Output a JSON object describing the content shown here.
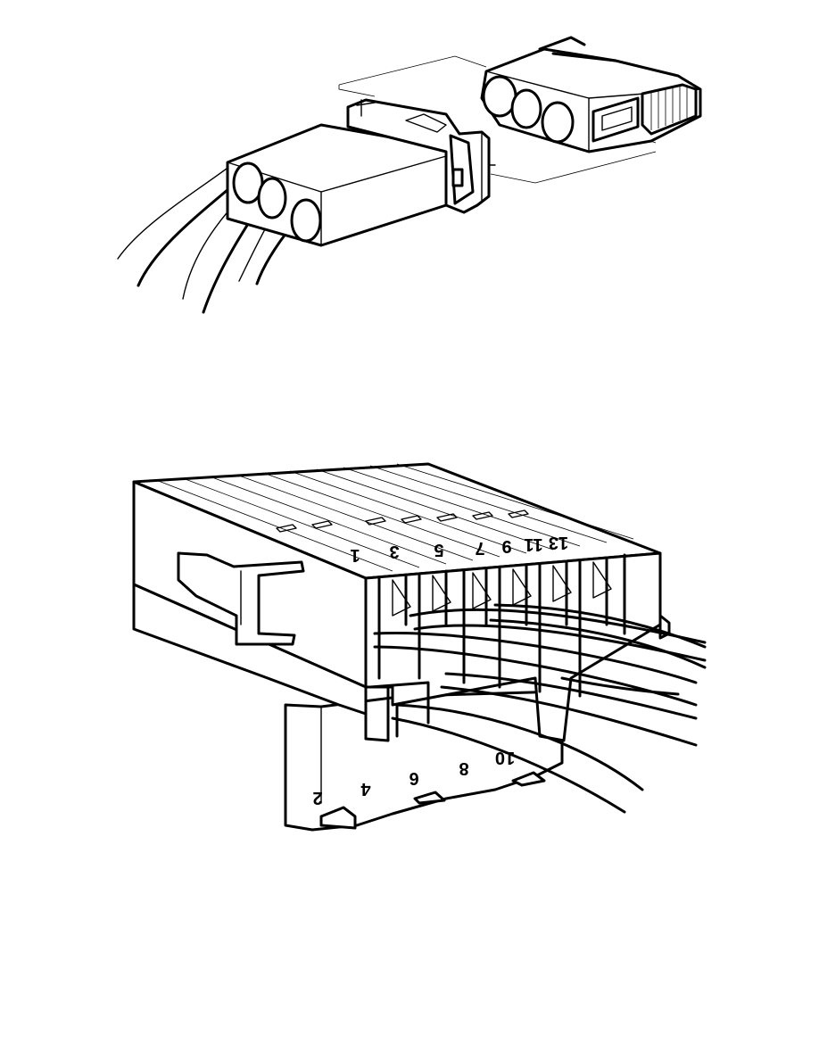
{
  "top_figure": {
    "description_hidden": ""
  },
  "bottom_figure": {
    "upper_pin_labels": [
      "1",
      "3",
      "5",
      "7",
      "9",
      "11",
      "13"
    ],
    "lower_pin_labels": [
      "2",
      "4",
      "6",
      "8",
      "10"
    ]
  },
  "colors": {
    "line": "#000000",
    "background": "#ffffff"
  }
}
